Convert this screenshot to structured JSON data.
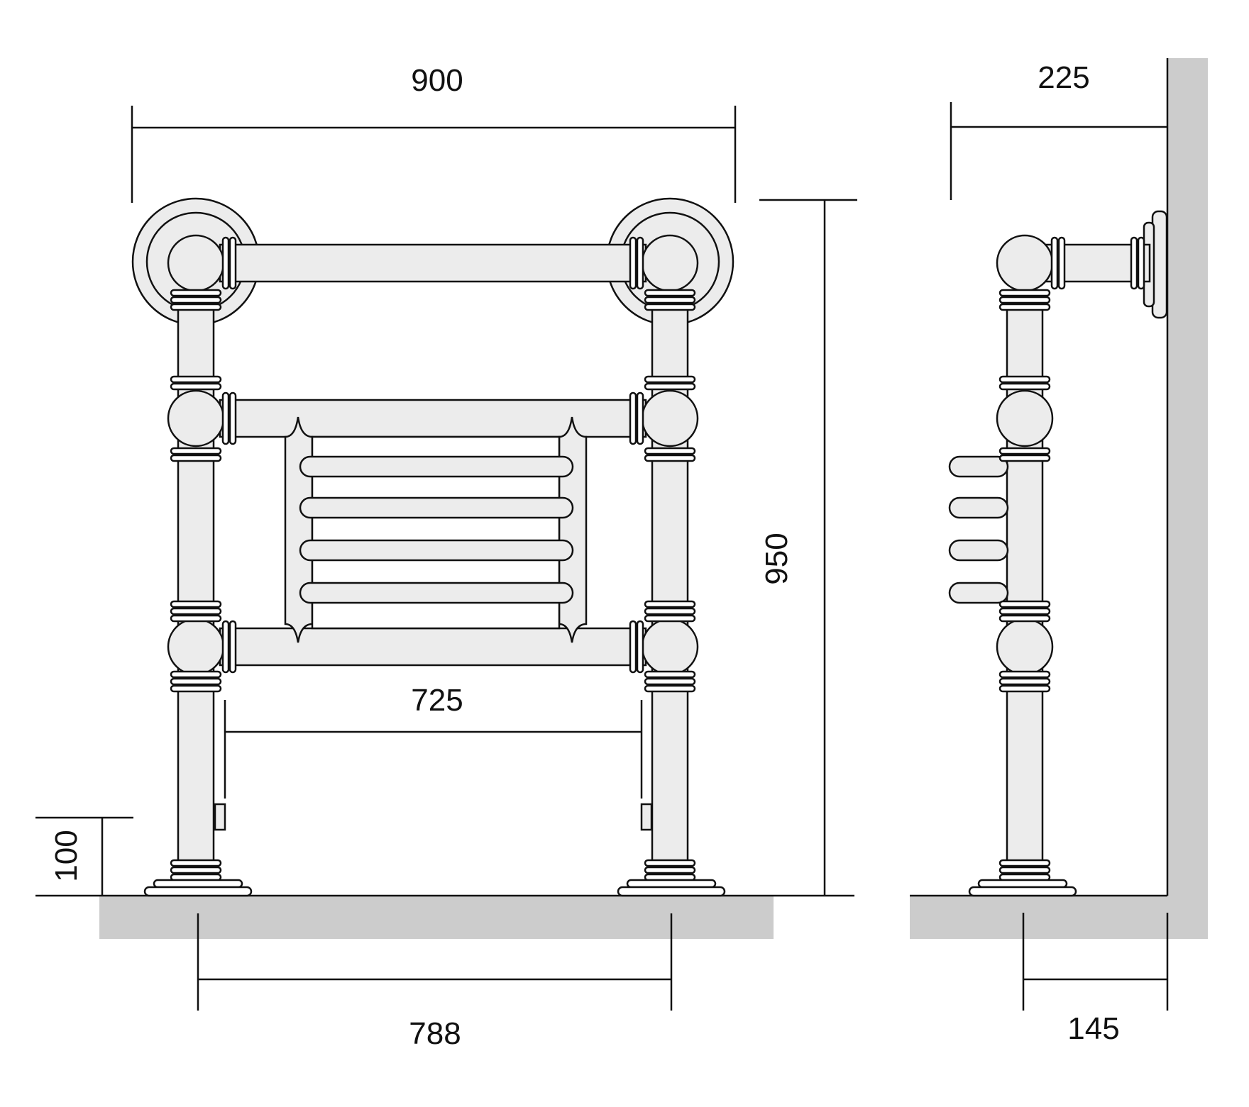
{
  "diagram": {
    "dimensions": {
      "overall_width": "900",
      "overall_height": "950",
      "depth": "225",
      "floor_clearance": "100",
      "rail_span": "725",
      "foot_centers": "788",
      "wall_to_foot_center": "145"
    },
    "colors": {
      "body_fill": "#ececec",
      "outline": "#111111",
      "surface": "#cccccc",
      "background": "#ffffff"
    }
  }
}
